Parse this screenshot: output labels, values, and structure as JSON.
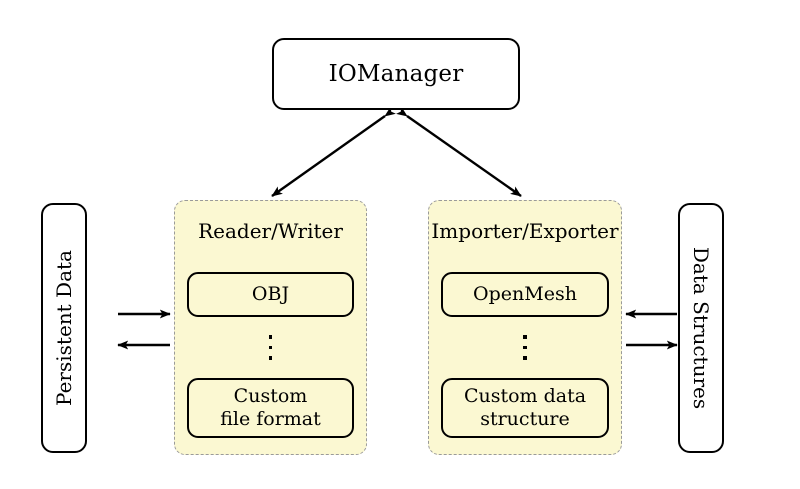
{
  "diagram": {
    "title_node": {
      "label": "IOManager"
    },
    "left_store": {
      "label": "Persistent Data"
    },
    "right_store": {
      "label": "Data Structures"
    },
    "groups": [
      {
        "title": "Reader/Writer",
        "items": [
          {
            "label": "OBJ"
          },
          {
            "label": "Custom file format",
            "line1": "Custom",
            "line2": "file format"
          }
        ],
        "ellipsis": "⋮"
      },
      {
        "title": "Importer/Exporter",
        "items": [
          {
            "label": "OpenMesh"
          },
          {
            "label": "Custom data structure",
            "line1": "Custom data",
            "line2": "structure"
          }
        ],
        "ellipsis": "⋮"
      }
    ],
    "edges": [
      {
        "name": "iomanager-readerwriter",
        "type": "bidirectional-diagonal"
      },
      {
        "name": "iomanager-importerexporter",
        "type": "bidirectional-diagonal"
      },
      {
        "name": "persistentdata-to-readerwriter",
        "type": "arrow-right"
      },
      {
        "name": "readerwriter-to-persistentdata",
        "type": "arrow-left"
      },
      {
        "name": "datastructures-to-importerexporter",
        "type": "arrow-left"
      },
      {
        "name": "importerexporter-to-datastructures",
        "type": "arrow-right"
      }
    ],
    "colors": {
      "group_fill": "#fbf8d2",
      "group_border": "#9a9a9a",
      "node_border": "#000000",
      "background": "#ffffff"
    }
  }
}
